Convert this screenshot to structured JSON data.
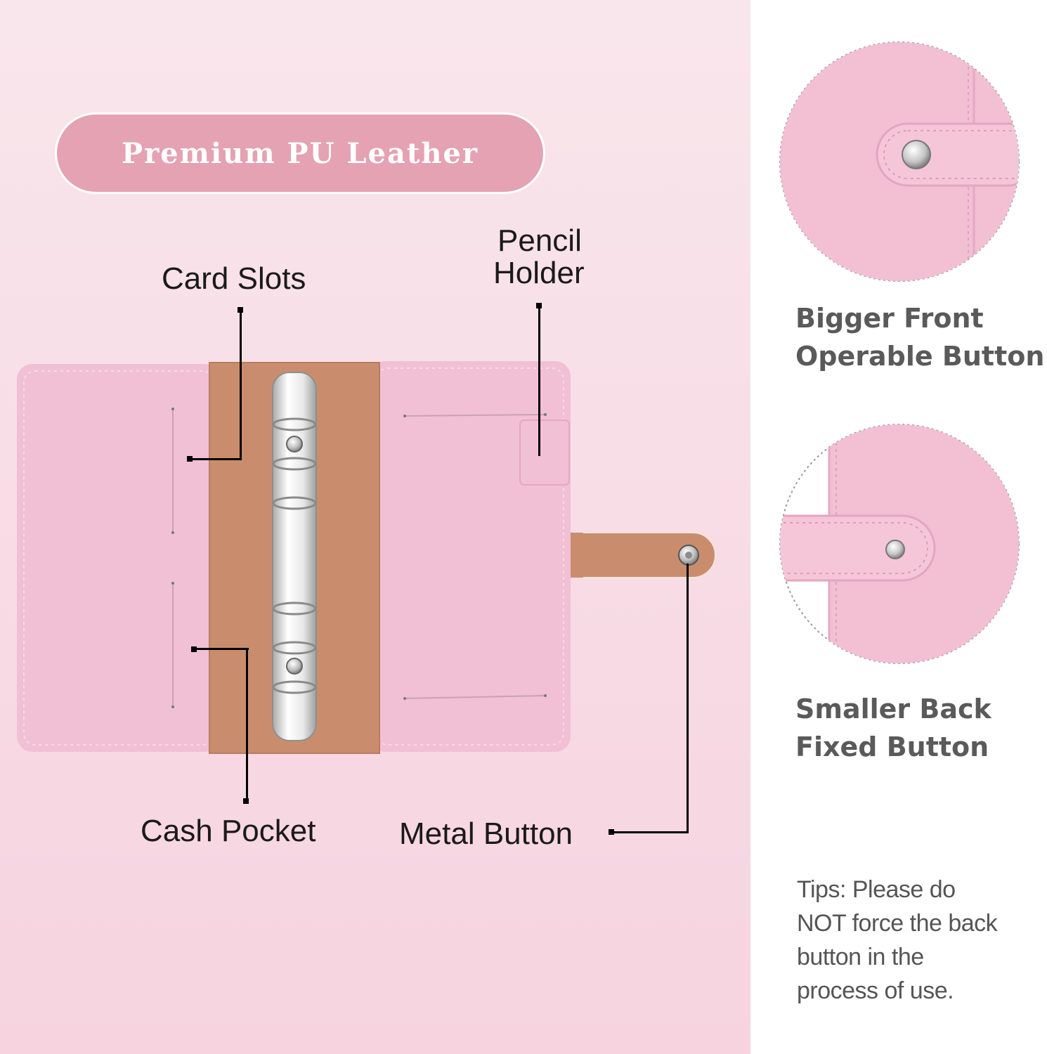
{
  "badge": {
    "text": "Premium PU Leather"
  },
  "callouts": {
    "card_slots": "Card Slots",
    "pencil_holder_line1": "Pencil",
    "pencil_holder_line2": "Holder",
    "cash_pocket": "Cash Pocket",
    "metal_button": "Metal Button"
  },
  "side": {
    "front_line1": "Bigger Front",
    "front_line2": "Operable Button",
    "back_line1": "Smaller Back",
    "back_line2": "Fixed Button",
    "tips_line1": "Tips: Please do",
    "tips_line2": "NOT force the back",
    "tips_line3": "button in the",
    "tips_line4": "process of use."
  },
  "colors": {
    "leather_pink": "#f1c0d4",
    "inner_tan": "#c98d6e",
    "badge_pink": "#e4a2b2",
    "metal": "#d9d9d9"
  }
}
